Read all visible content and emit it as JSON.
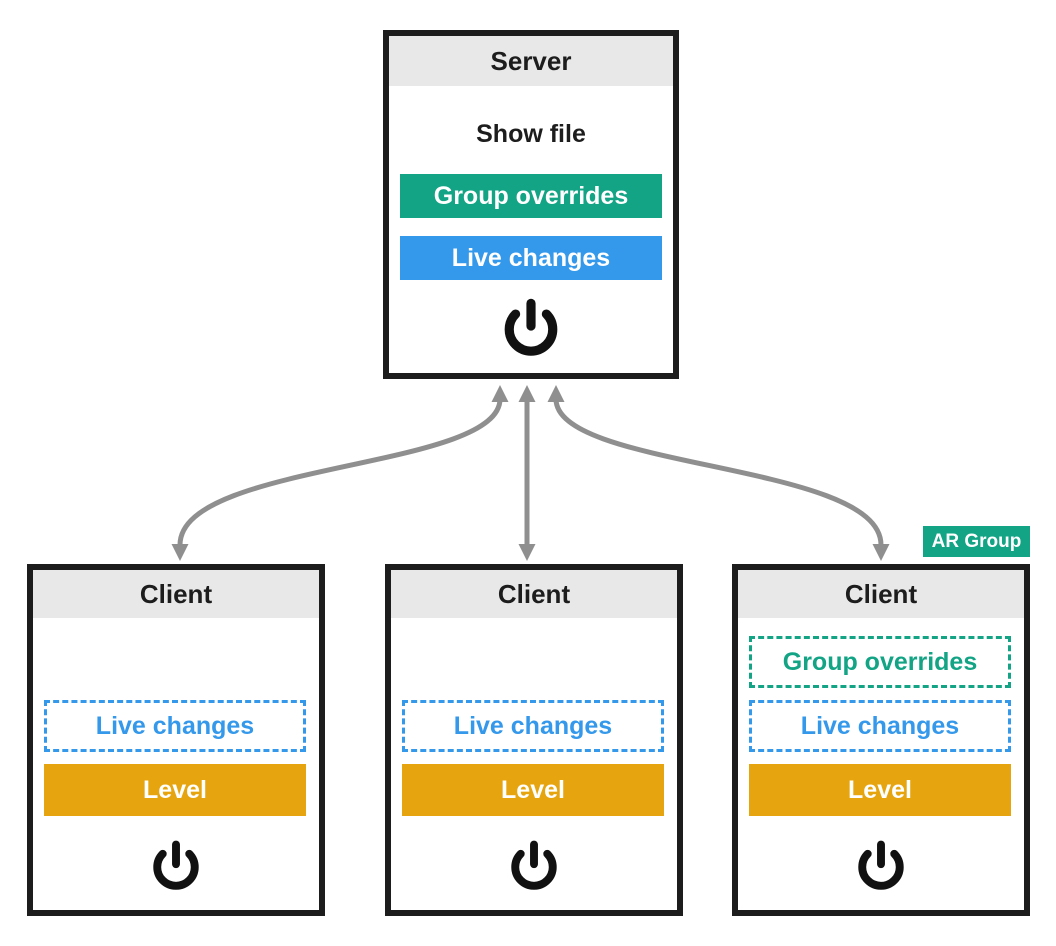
{
  "colors": {
    "green": "#12A485",
    "blue": "#3498EB",
    "amber": "#E6A50F",
    "header-bg": "#E8E8E8",
    "border": "#1D1D1D",
    "arrow": "#8F8F8F",
    "text": "#1D1D1D"
  },
  "server": {
    "title": "Server",
    "show_file_label": "Show file",
    "group_overrides_label": "Group overrides",
    "live_changes_label": "Live changes"
  },
  "ar_group_badge": "AR Group",
  "clients": [
    {
      "title": "Client",
      "live_changes_label": "Live changes",
      "level_label": "Level"
    },
    {
      "title": "Client",
      "live_changes_label": "Live changes",
      "level_label": "Level"
    },
    {
      "title": "Client",
      "group_overrides_label": "Group overrides",
      "live_changes_label": "Live changes",
      "level_label": "Level"
    }
  ],
  "icons": {
    "power": "power-icon"
  }
}
